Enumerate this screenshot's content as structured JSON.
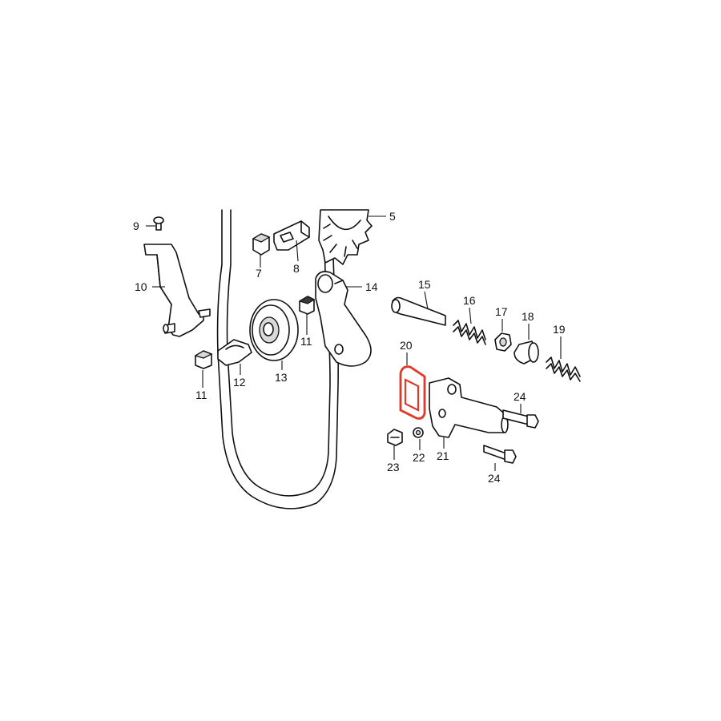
{
  "parts": [
    {
      "id": "p5",
      "label": "5"
    },
    {
      "id": "p7",
      "label": "7"
    },
    {
      "id": "p8",
      "label": "8"
    },
    {
      "id": "p9",
      "label": "9"
    },
    {
      "id": "p10",
      "label": "10"
    },
    {
      "id": "p11a",
      "label": "11"
    },
    {
      "id": "p11b",
      "label": "11"
    },
    {
      "id": "p12",
      "label": "12"
    },
    {
      "id": "p13",
      "label": "13"
    },
    {
      "id": "p14",
      "label": "14"
    },
    {
      "id": "p15",
      "label": "15"
    },
    {
      "id": "p16",
      "label": "16"
    },
    {
      "id": "p17",
      "label": "17"
    },
    {
      "id": "p18",
      "label": "18"
    },
    {
      "id": "p19",
      "label": "19"
    },
    {
      "id": "p20",
      "label": "20"
    },
    {
      "id": "p21",
      "label": "21"
    },
    {
      "id": "p22",
      "label": "22"
    },
    {
      "id": "p23",
      "label": "23"
    },
    {
      "id": "p24a",
      "label": "24"
    },
    {
      "id": "p24b",
      "label": "24"
    }
  ],
  "highlight_color": "#e0392b"
}
